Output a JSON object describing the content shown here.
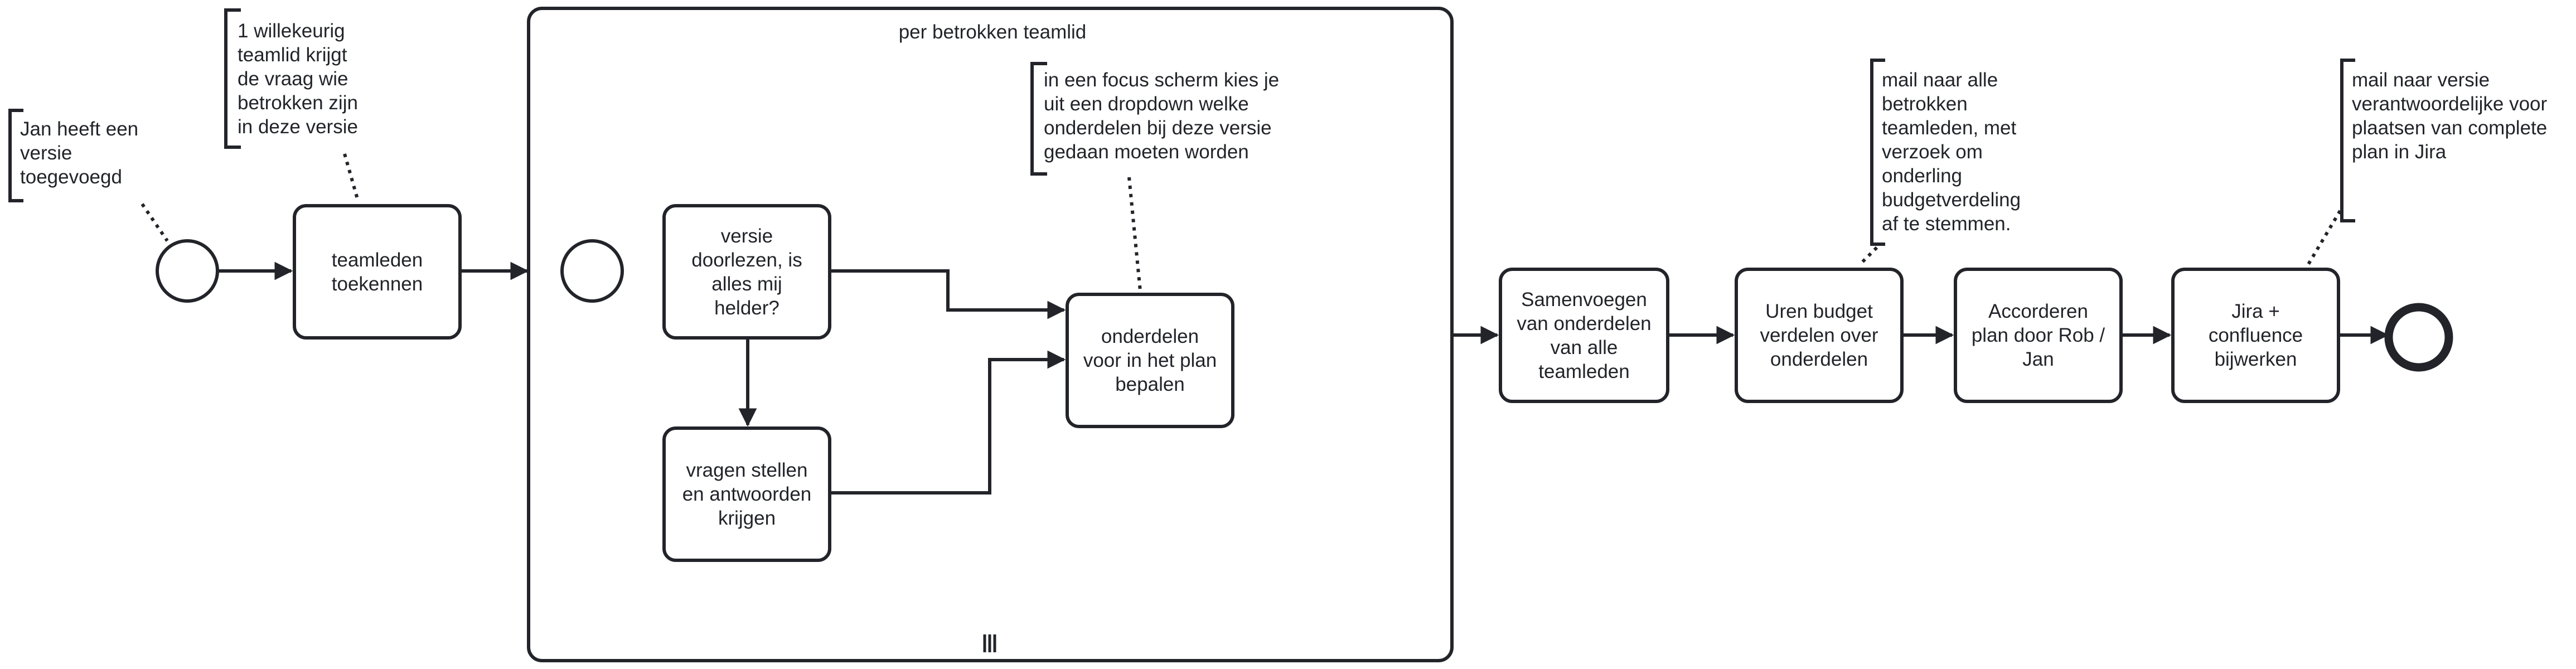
{
  "diagram": {
    "subprocess_title": "per betrokken teamlid",
    "annotations": {
      "jan_added": "Jan heeft een\nversie\ntoegevoegd",
      "random_member": "1 willekeurig\nteamlid krijgt\nde vraag wie\nbetrokken zijn\nin deze versie",
      "focus_screen": "in een focus scherm kies je\nuit een dropdown welke\nonderdelen bij deze versie\ngedaan moeten worden",
      "mail_all": "mail naar alle\nbetrokken\nteamleden, met\nverzoek om\nonderling\nbudgetverdeling\naf te stemmen.",
      "mail_owner": "mail naar versie\nverantwoordelijke voor\nplaatsen van complete\nplan in Jira"
    },
    "tasks": {
      "assign_members": "teamleden\ntoekennen",
      "read_version": "versie\ndoorlezen, is\nalles mij\nhelder?",
      "ask_questions": "vragen stellen\nen antwoorden\nkrijgen",
      "determine_parts": "onderdelen\nvoor in het plan\nbepalen",
      "merge_parts": "Samenvoegen\nvan onderdelen\nvan alle\nteamleden",
      "distribute_hours": "Uren budget\nverdelen over\nonderdelen",
      "approve_plan": "Accorderen\nplan door Rob /\nJan",
      "update_jira": "Jira +\nconfluence\nbijwerken"
    }
  }
}
